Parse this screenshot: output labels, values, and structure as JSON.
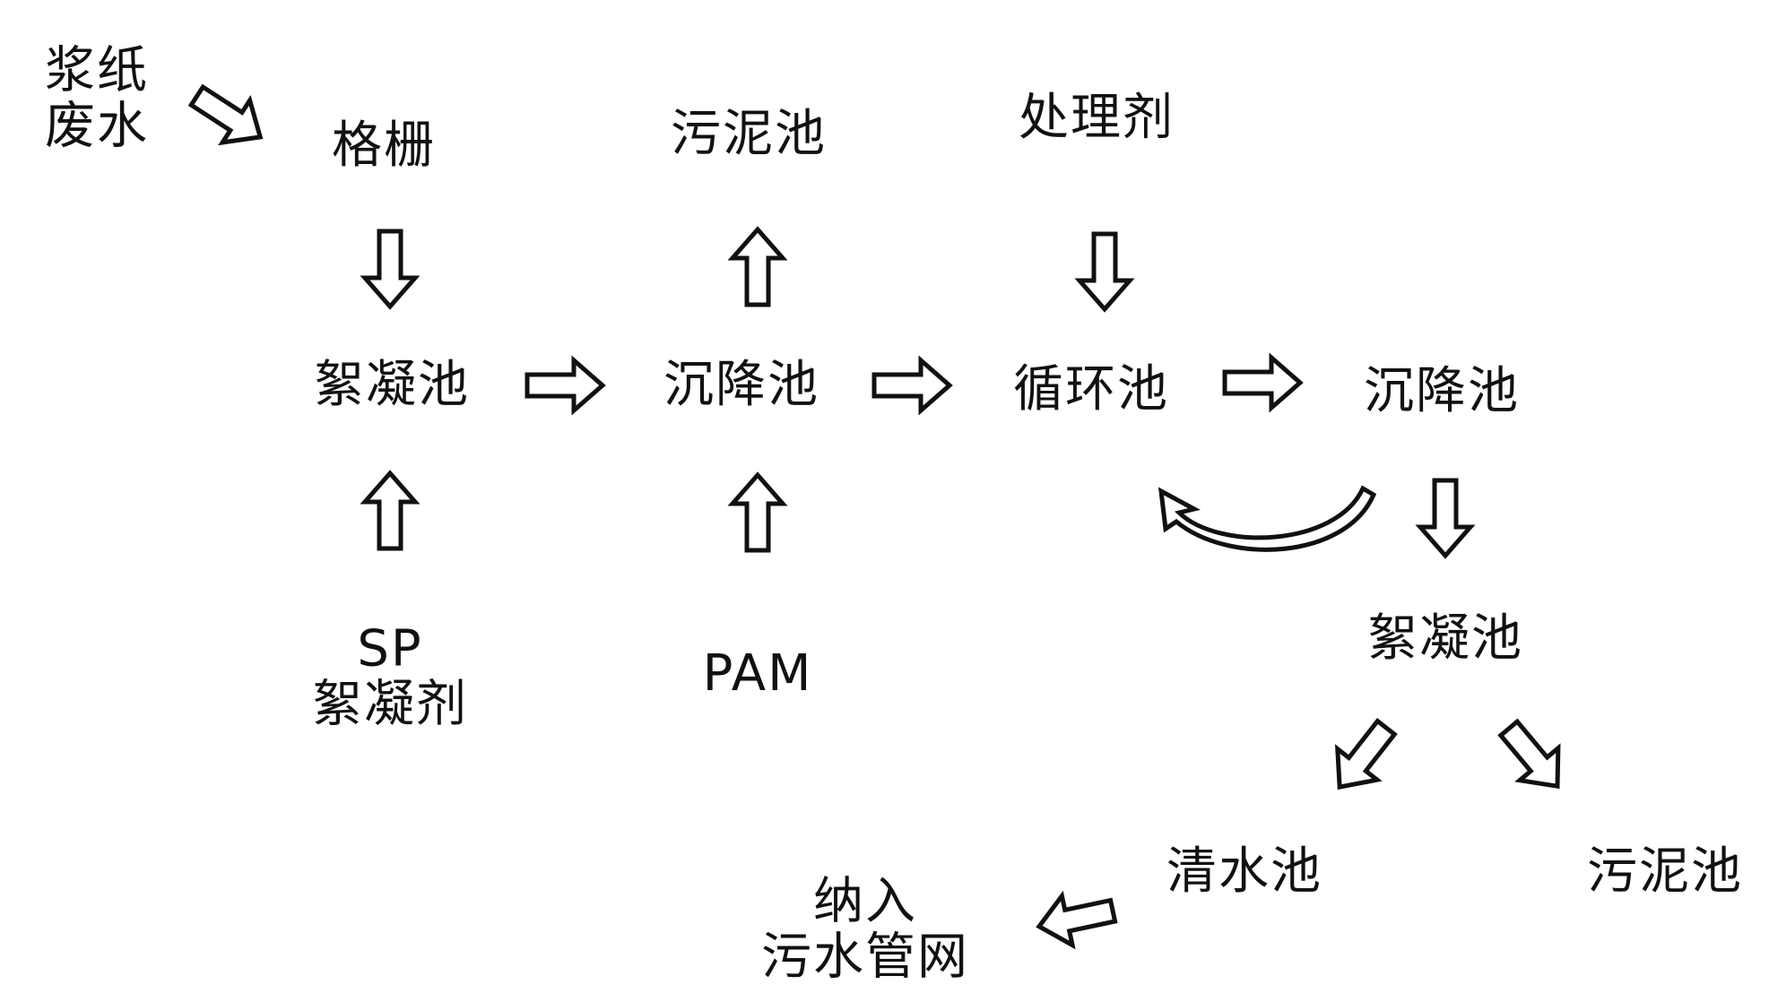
{
  "nodes": {
    "source_line1": "浆纸",
    "source_line2": "废水",
    "grille": "格栅",
    "floc_tank_1": "絮凝池",
    "sludge_tank_1": "污泥池",
    "settling_tank_1": "沉降池",
    "treating_agent": "处理剂",
    "circulation_tank": "循环池",
    "settling_tank_2": "沉降池",
    "sp_line1": "SP",
    "sp_line2": "絮凝剂",
    "pam": "PAM",
    "floc_tank_2": "絮凝池",
    "clear_water_tank": "清水池",
    "sludge_tank_2": "污泥池",
    "sewer_line1": "纳入",
    "sewer_line2": "污水管网"
  }
}
